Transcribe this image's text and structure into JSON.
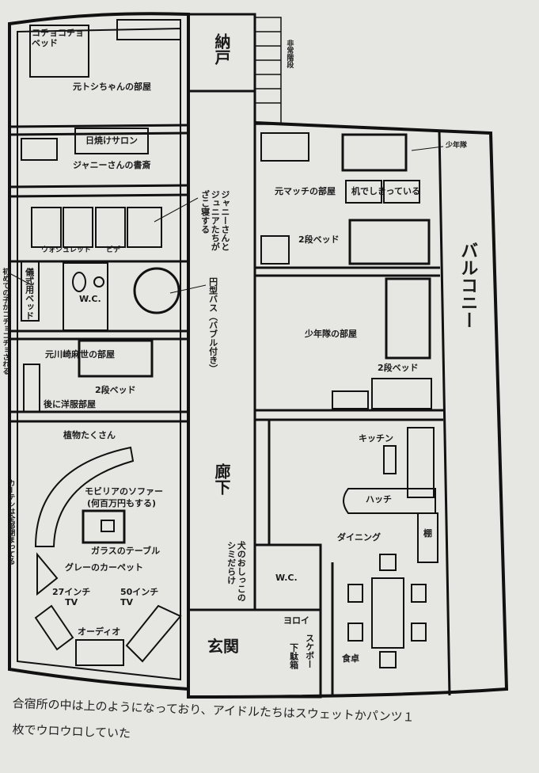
{
  "labels": {
    "kocho_bed": "コチョコチョ\nベッド",
    "toshi_room": "元トシちゃんの部屋",
    "tanning_salon": "日焼けサロン",
    "johnny_study": "ジャニーさんの書斎",
    "zakone": "ジャニーさんと\nジュニアたちが\nざこ寝する",
    "washlet": "ウォシュレット",
    "bidet": "ビデ",
    "ritual_bed": "儀式用ベッド",
    "wc_left": "W.C.",
    "round_bath": "円型バス（バブル付き）",
    "kawasaki_room": "元川崎麻世の部屋",
    "bunk_bed_left": "2段ベッド",
    "later_wardrobe": "後に洋服部屋",
    "first_timer": "初めての子がコチョコチョされる",
    "many_plants": "植物たくさん",
    "curtains": "カーテンは全部閉まってる",
    "sofa": "モビリアのソファー",
    "sofa_price": "(何百万円もする)",
    "glass_table": "ガラスのテーブル",
    "gray_carpet": "グレーのカーペット",
    "tv27": "27インチ\nTV",
    "tv50": "50インチ\nTV",
    "audio": "オーディオ",
    "storeroom": "納戸",
    "emergency_stairs": "非常階段",
    "corridor": "廊下",
    "dog_stains": "犬のおしっこの\nシミだらけ",
    "wc_right": "W.C.",
    "entrance": "玄関",
    "armor": "ヨロイ",
    "skateboard": "スケボー",
    "shoe_box": "下駄箱",
    "shonentai": "少年隊",
    "match_room": "元マッチの部屋",
    "desk_divide": "机でしきっている",
    "bunk_bed_match": "2段ベッド",
    "balcony": "バルコニー",
    "shonentai_room": "少年隊の部屋",
    "bunk_bed_shonentai": "2段ベッド",
    "kitchen": "キッチン",
    "hatch": "ハッチ",
    "shelf": "棚",
    "dining": "ダイニング",
    "dining_table": "食卓"
  },
  "caption": {
    "line1": "合宿所の中は上のようになっており、アイドルたちはスウェットかパンツ１",
    "line2": "枚でウロウロしていた"
  }
}
